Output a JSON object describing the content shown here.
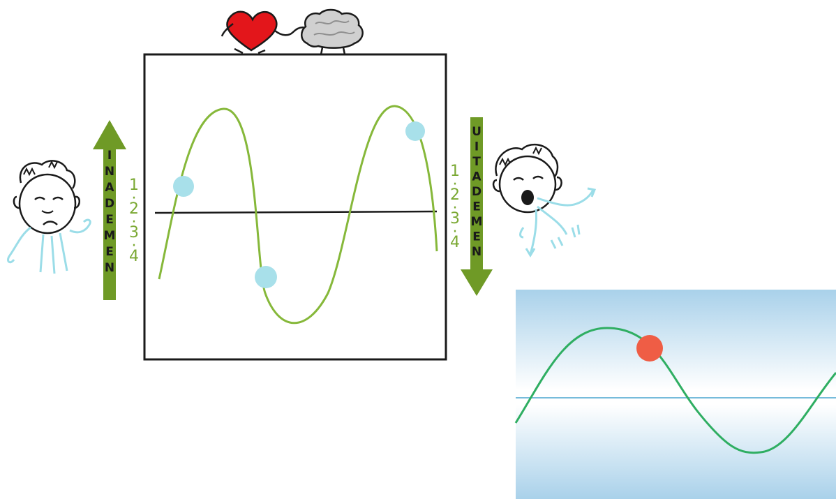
{
  "inhale_label": "INADEMEN",
  "exhale_label": "UITADEMEN",
  "inhale_count": [
    "1",
    "2",
    "3",
    "4"
  ],
  "exhale_count": [
    "1",
    "2",
    "3",
    "4"
  ],
  "colors": {
    "arrow_green": "#6f9a26",
    "wave_green": "#86b83a",
    "dot_blue": "#a8e0ea",
    "breath_blue": "#9bdde8",
    "heart_red": "#e3161b",
    "brain_gray": "#d0d0d0",
    "panel_sky_top": "#a9d1ea",
    "panel_sky_mid": "#ffffff",
    "panel_wave": "#2fae62",
    "panel_dot": "#ef5d45",
    "panel_midline": "#4aa6cf"
  },
  "icons": [
    "heart-icon",
    "brain-icon",
    "calm-face-icon",
    "exhaling-face-icon"
  ]
}
